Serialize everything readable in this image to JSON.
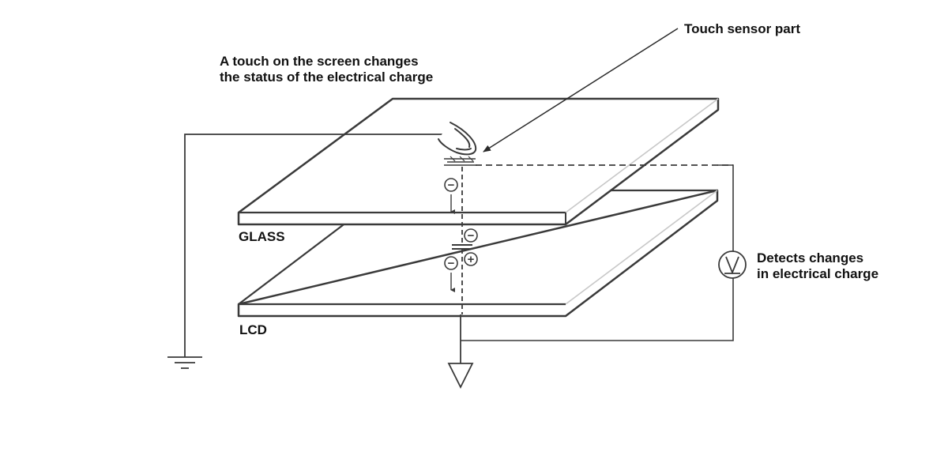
{
  "diagram": {
    "annotation_touch": {
      "line1": "A touch on the screen changes",
      "line2": "the status of the electrical charge"
    },
    "label_sensor": "Touch sensor part",
    "label_glass": "GLASS",
    "label_lcd": "LCD",
    "label_detector": {
      "line1": "Detects changes",
      "line2": "in electrical charge"
    },
    "charge_symbols": {
      "negative": "−",
      "positive": "+"
    },
    "colors": {
      "line": "#3a3a3a",
      "panel_edge": "#cfcfcf",
      "text": "#111111",
      "background": "#ffffff"
    }
  }
}
